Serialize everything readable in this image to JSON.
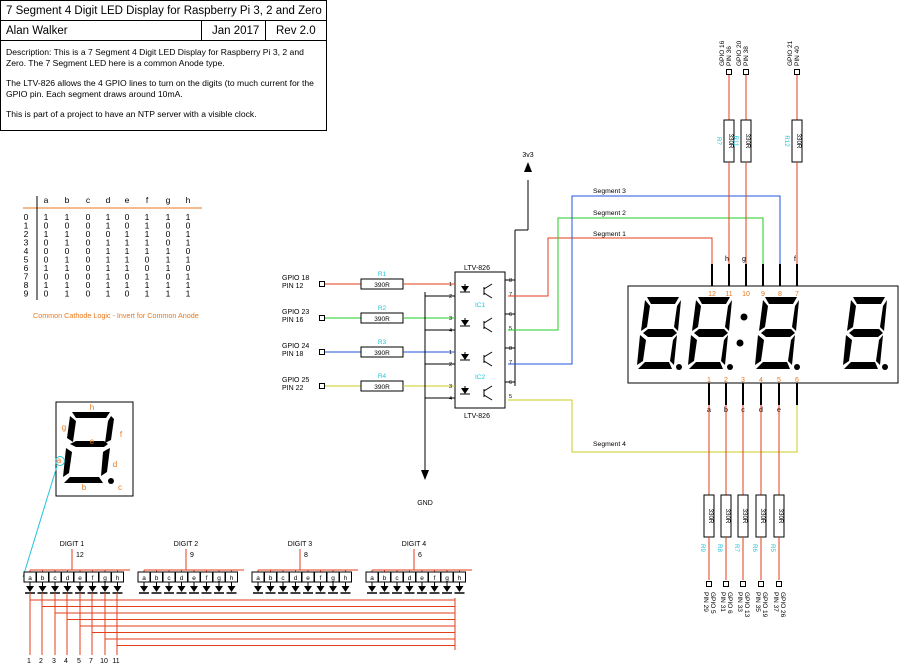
{
  "title_block": {
    "title": "7 Segment 4 Digit LED Display for Raspberry Pi 3, 2 and Zero",
    "author": "Alan Walker",
    "date": "Jan 2017",
    "revision": "Rev 2.0",
    "description": [
      "Description: This is a 7 Segment 4 Digit LED Display for Raspberry Pi 3, 2 and Zero. The 7 Segment LED here is a common Anode type.",
      "The LTV-826 allows the 4 GPIO lines to turn on the digits (to much current for the GPIO pin. Each segment draws around 10mA.",
      "This is part of a project to have an NTP server with a visible clock."
    ]
  },
  "truth_table": {
    "headers": [
      "a",
      "b",
      "c",
      "d",
      "e",
      "f",
      "g",
      "h"
    ],
    "rows": [
      {
        "digit": "0",
        "bits": [
          "1",
          "1",
          "0",
          "1",
          "0",
          "1",
          "1",
          "1"
        ]
      },
      {
        "digit": "1",
        "bits": [
          "0",
          "0",
          "0",
          "1",
          "0",
          "1",
          "0",
          "0"
        ]
      },
      {
        "digit": "2",
        "bits": [
          "1",
          "1",
          "0",
          "0",
          "1",
          "1",
          "0",
          "1"
        ]
      },
      {
        "digit": "3",
        "bits": [
          "0",
          "1",
          "0",
          "1",
          "1",
          "1",
          "0",
          "1"
        ]
      },
      {
        "digit": "4",
        "bits": [
          "0",
          "0",
          "0",
          "1",
          "1",
          "1",
          "1",
          "0"
        ]
      },
      {
        "digit": "5",
        "bits": [
          "0",
          "1",
          "0",
          "1",
          "1",
          "0",
          "1",
          "1"
        ]
      },
      {
        "digit": "6",
        "bits": [
          "1",
          "1",
          "0",
          "1",
          "1",
          "0",
          "1",
          "0"
        ]
      },
      {
        "digit": "7",
        "bits": [
          "0",
          "0",
          "0",
          "1",
          "0",
          "1",
          "0",
          "1"
        ]
      },
      {
        "digit": "8",
        "bits": [
          "1",
          "1",
          "0",
          "1",
          "1",
          "1",
          "1",
          "1"
        ]
      },
      {
        "digit": "9",
        "bits": [
          "0",
          "1",
          "0",
          "1",
          "0",
          "1",
          "1",
          "1"
        ]
      }
    ],
    "note": "Common Cathode Logic - Invert for Common Anode"
  },
  "segment_diagram": {
    "labels": [
      "h",
      "g",
      "f",
      "e",
      "d",
      "a",
      "b",
      "c"
    ]
  },
  "power": {
    "vcc": "3v3",
    "gnd": "GND"
  },
  "inputs": [
    {
      "gpio": "GPIO 18",
      "pin": "PIN 12",
      "resistor": "R1",
      "value": "390R",
      "color": "#e53e1a"
    },
    {
      "gpio": "GPIO 23",
      "pin": "PIN 16",
      "resistor": "R2",
      "value": "390R",
      "color": "#22cc22"
    },
    {
      "gpio": "GPIO 24",
      "pin": "PIN 18",
      "resistor": "R3",
      "value": "390R",
      "color": "#2255dd"
    },
    {
      "gpio": "GPIO 25",
      "pin": "PIN 22",
      "resistor": "R4",
      "value": "390R",
      "color": "#cccc22"
    }
  ],
  "optocouplers": [
    {
      "name": "LTV-826",
      "ref": "IC1",
      "pins": [
        "1",
        "2",
        "3",
        "4",
        "8",
        "7",
        "6",
        "5"
      ]
    },
    {
      "name": "LTV-826",
      "ref": "IC2",
      "pins": [
        "1",
        "2",
        "3",
        "4",
        "8",
        "7",
        "6",
        "5"
      ]
    }
  ],
  "segment_nets": [
    "Segment 1",
    "Segment 2",
    "Segment 3",
    "Segment 4"
  ],
  "display": {
    "top_pins": [
      "12",
      "11",
      "10",
      "9",
      "8",
      "7"
    ],
    "top_segments": [
      "h",
      "g",
      "f"
    ],
    "bottom_pins": [
      "1",
      "2",
      "3",
      "4",
      "5",
      "6"
    ],
    "bottom_segments": [
      "a",
      "b",
      "c",
      "d",
      "e"
    ]
  },
  "top_resistors": [
    {
      "ref": "R7",
      "value": "330R",
      "gpio": "GPIO 16",
      "pin": "PIN 36"
    },
    {
      "ref": "R11",
      "value": "330R",
      "gpio": "GPIO 20",
      "pin": "PIN 38"
    },
    {
      "ref": "R12",
      "value": "330R",
      "gpio": "GPIO 21",
      "pin": "PIN 40"
    }
  ],
  "bottom_resistors": [
    {
      "ref": "R9",
      "value": "330R",
      "gpio": "GPIO 5",
      "pin": "PIN 29"
    },
    {
      "ref": "R8",
      "value": "330R",
      "gpio": "GPIO 6",
      "pin": "PIN 31"
    },
    {
      "ref": "R7",
      "value": "330R",
      "gpio": "GPIO 13",
      "pin": "PIN 33"
    },
    {
      "ref": "R6",
      "value": "330R",
      "gpio": "GPIO 19",
      "pin": "PIN 35"
    },
    {
      "ref": "R5",
      "value": "330R",
      "gpio": "GPIO 26",
      "pin": "PIN 37"
    }
  ],
  "digits": [
    {
      "label": "DIGIT 1",
      "pin": "12"
    },
    {
      "label": "DIGIT 2",
      "pin": "9"
    },
    {
      "label": "DIGIT 3",
      "pin": "8"
    },
    {
      "label": "DIGIT 4",
      "pin": "6"
    }
  ],
  "led_labels": [
    "a",
    "b",
    "c",
    "d",
    "e",
    "f",
    "g",
    "h"
  ],
  "bus_pins": [
    "1",
    "2",
    "3",
    "4",
    "5",
    "7",
    "10",
    "11"
  ],
  "colors": {
    "wire": "#e53e1a",
    "ref_text": "#22c4d8",
    "note_text": "#e8781e",
    "segment1": "#e53e1a",
    "segment2": "#22cc22",
    "segment3": "#2255dd",
    "segment4": "#cccc22"
  }
}
